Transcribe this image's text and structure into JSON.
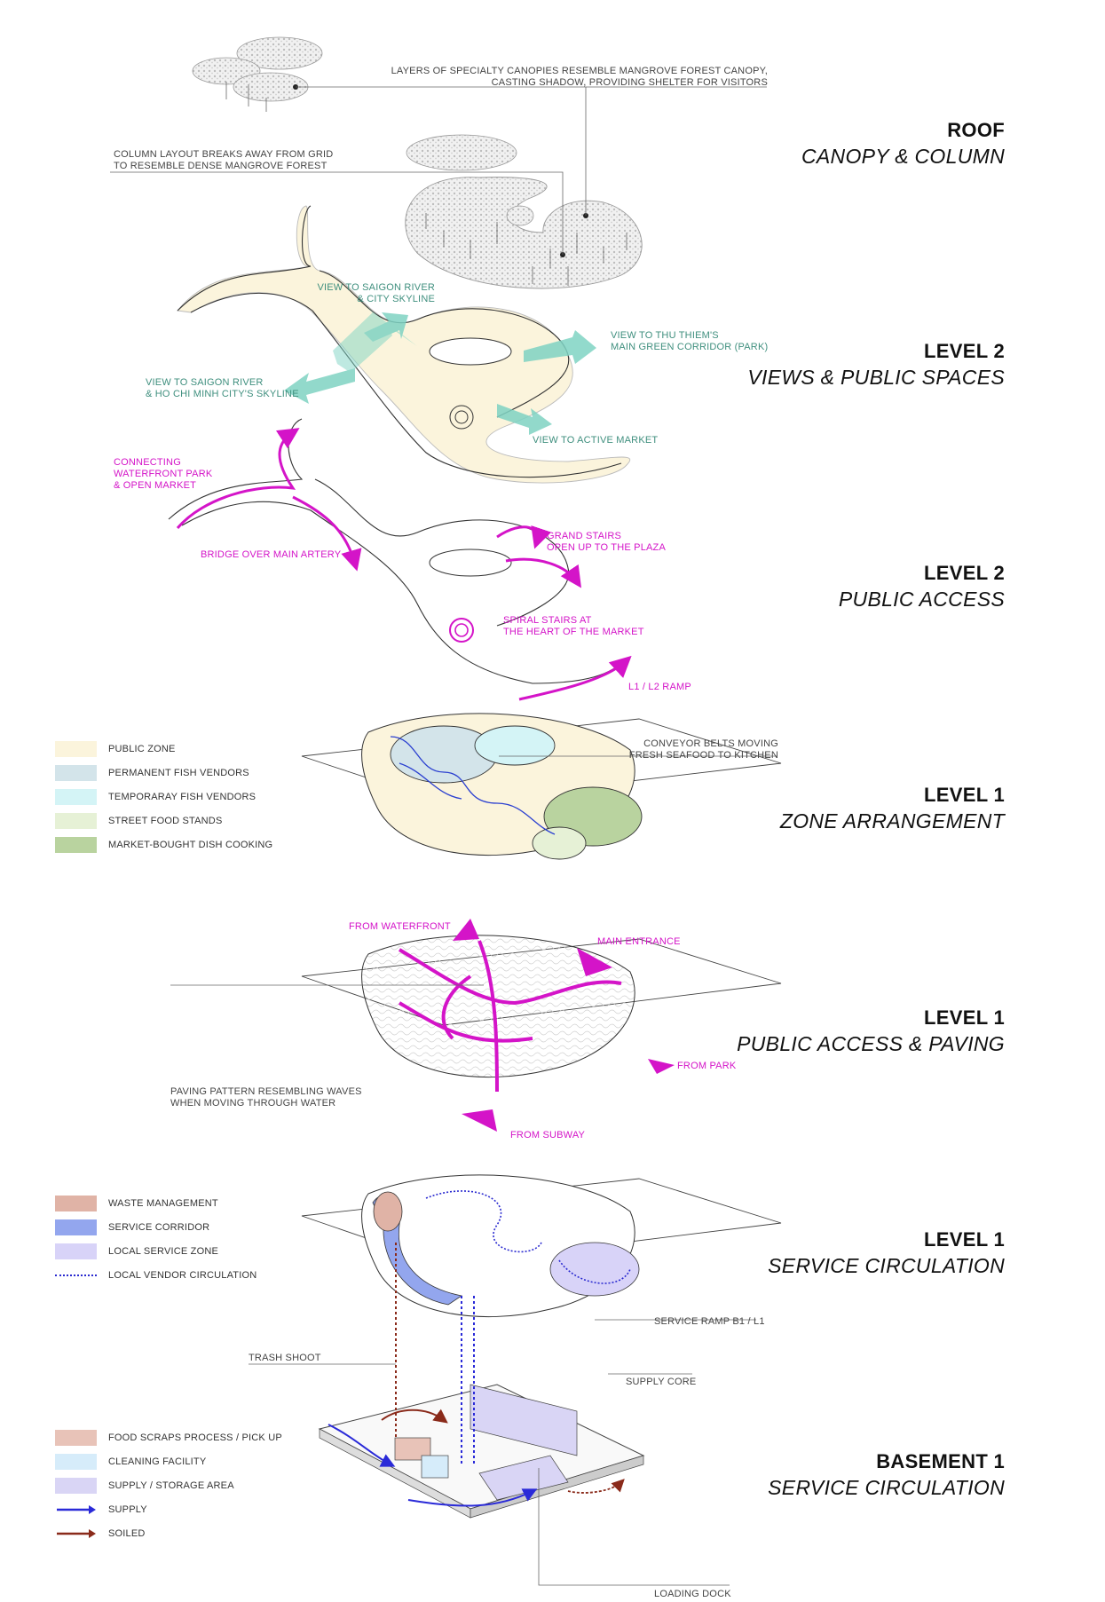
{
  "levels": [
    {
      "title": "ROOF",
      "subtitle": "CANOPY & COLUMN"
    },
    {
      "title": "LEVEL 2",
      "subtitle": "VIEWS & PUBLIC SPACES"
    },
    {
      "title": "LEVEL 2",
      "subtitle": "PUBLIC ACCESS"
    },
    {
      "title": "LEVEL 1",
      "subtitle": "ZONE ARRANGEMENT"
    },
    {
      "title": "LEVEL 1",
      "subtitle": "PUBLIC ACCESS & PAVING"
    },
    {
      "title": "LEVEL 1",
      "subtitle": "SERVICE CIRCULATION"
    },
    {
      "title": "BASEMENT 1",
      "subtitle": "SERVICE CIRCULATION"
    }
  ],
  "roof": {
    "canopy_note_1": "LAYERS OF SPECIALTY CANOPIES RESEMBLE MANGROVE FOREST CANOPY,",
    "canopy_note_2": "CASTING SHADOW, PROVIDING SHELTER FOR VISITORS",
    "column_note_1": "COLUMN LAYOUT BREAKS AWAY FROM GRID",
    "column_note_2": "TO RESEMBLE DENSE MANGROVE FOREST"
  },
  "level2_views": {
    "river_skyline_1": "VIEW TO SAIGON RIVER",
    "river_skyline_2": "& CITY SKYLINE",
    "thu_thiem_1": "VIEW TO THU THIEM'S",
    "thu_thiem_2": "MAIN GREEN CORRIDOR (PARK)",
    "hcmc_1": "VIEW TO SAIGON RIVER",
    "hcmc_2": "& HO CHI MINH CITY'S SKYLINE",
    "market": "VIEW TO ACTIVE MARKET"
  },
  "level2_access": {
    "connect_1": "CONNECTING",
    "connect_2": "WATERFRONT PARK",
    "connect_3": "& OPEN MARKET",
    "bridge": "BRIDGE OVER MAIN ARTERY",
    "grand_1": "GRAND STAIRS",
    "grand_2": "OPEN UP TO THE PLAZA",
    "spiral_1": "SPIRAL STAIRS AT",
    "spiral_2": "THE HEART OF THE MARKET",
    "ramp": "L1 / L2 RAMP"
  },
  "level1_zones": {
    "conveyor_1": "CONVEYOR BELTS MOVING",
    "conveyor_2": "FRESH SEAFOOD TO KITCHEN",
    "legend": [
      {
        "label": "PUBLIC ZONE",
        "color": "#fbf4dc"
      },
      {
        "label": "PERMANENT FISH VENDORS",
        "color": "#d3e4ea"
      },
      {
        "label": "TEMPORARAY FISH VENDORS",
        "color": "#d4f4f6"
      },
      {
        "label": "STREET FOOD STANDS",
        "color": "#e6f1d6"
      },
      {
        "label": "MARKET-BOUGHT DISH COOKING",
        "color": "#b9d39f"
      }
    ]
  },
  "level1_access": {
    "waterfront": "FROM WATERFRONT",
    "main_entrance": "MAIN ENTRANCE",
    "park": "FROM PARK",
    "subway": "FROM SUBWAY",
    "paving_1": "PAVING PATTERN RESEMBLING WAVES",
    "paving_2": "WHEN MOVING THROUGH WATER"
  },
  "level1_service": {
    "ramp": "SERVICE RAMP B1 / L1",
    "legend": [
      {
        "label": "WASTE MANAGEMENT",
        "color": "#e0b3a6",
        "kind": "swatch"
      },
      {
        "label": "SERVICE CORRIDOR",
        "color": "#93a6ee",
        "kind": "swatch"
      },
      {
        "label": "LOCAL SERVICE ZONE",
        "color": "#d8d3f8",
        "kind": "swatch"
      },
      {
        "label": "LOCAL VENDOR CIRCULATION",
        "color": "#2a2ad0",
        "kind": "dotted"
      }
    ]
  },
  "basement": {
    "trash": "TRASH SHOOT",
    "supply_core": "SUPPLY CORE",
    "loading_dock": "LOADING DOCK",
    "legend": [
      {
        "label": "FOOD SCRAPS PROCESS / PICK UP",
        "color": "#e8c3b8",
        "kind": "swatch"
      },
      {
        "label": "CLEANING FACILITY",
        "color": "#d6ecfa",
        "kind": "swatch"
      },
      {
        "label": "SUPPLY /  STORAGE AREA",
        "color": "#d9d5f5",
        "kind": "swatch"
      },
      {
        "label": "SUPPLY",
        "color": "#2a2ad8",
        "kind": "arrow"
      },
      {
        "label": "SOILED",
        "color": "#8a2a1a",
        "kind": "arrow"
      }
    ]
  },
  "colors": {
    "magenta": "#d414c8",
    "teal": "#7fd3c3",
    "supply": "#2a2ad8",
    "soiled": "#8a2a1a",
    "service_corridor": "#93a6ee"
  }
}
